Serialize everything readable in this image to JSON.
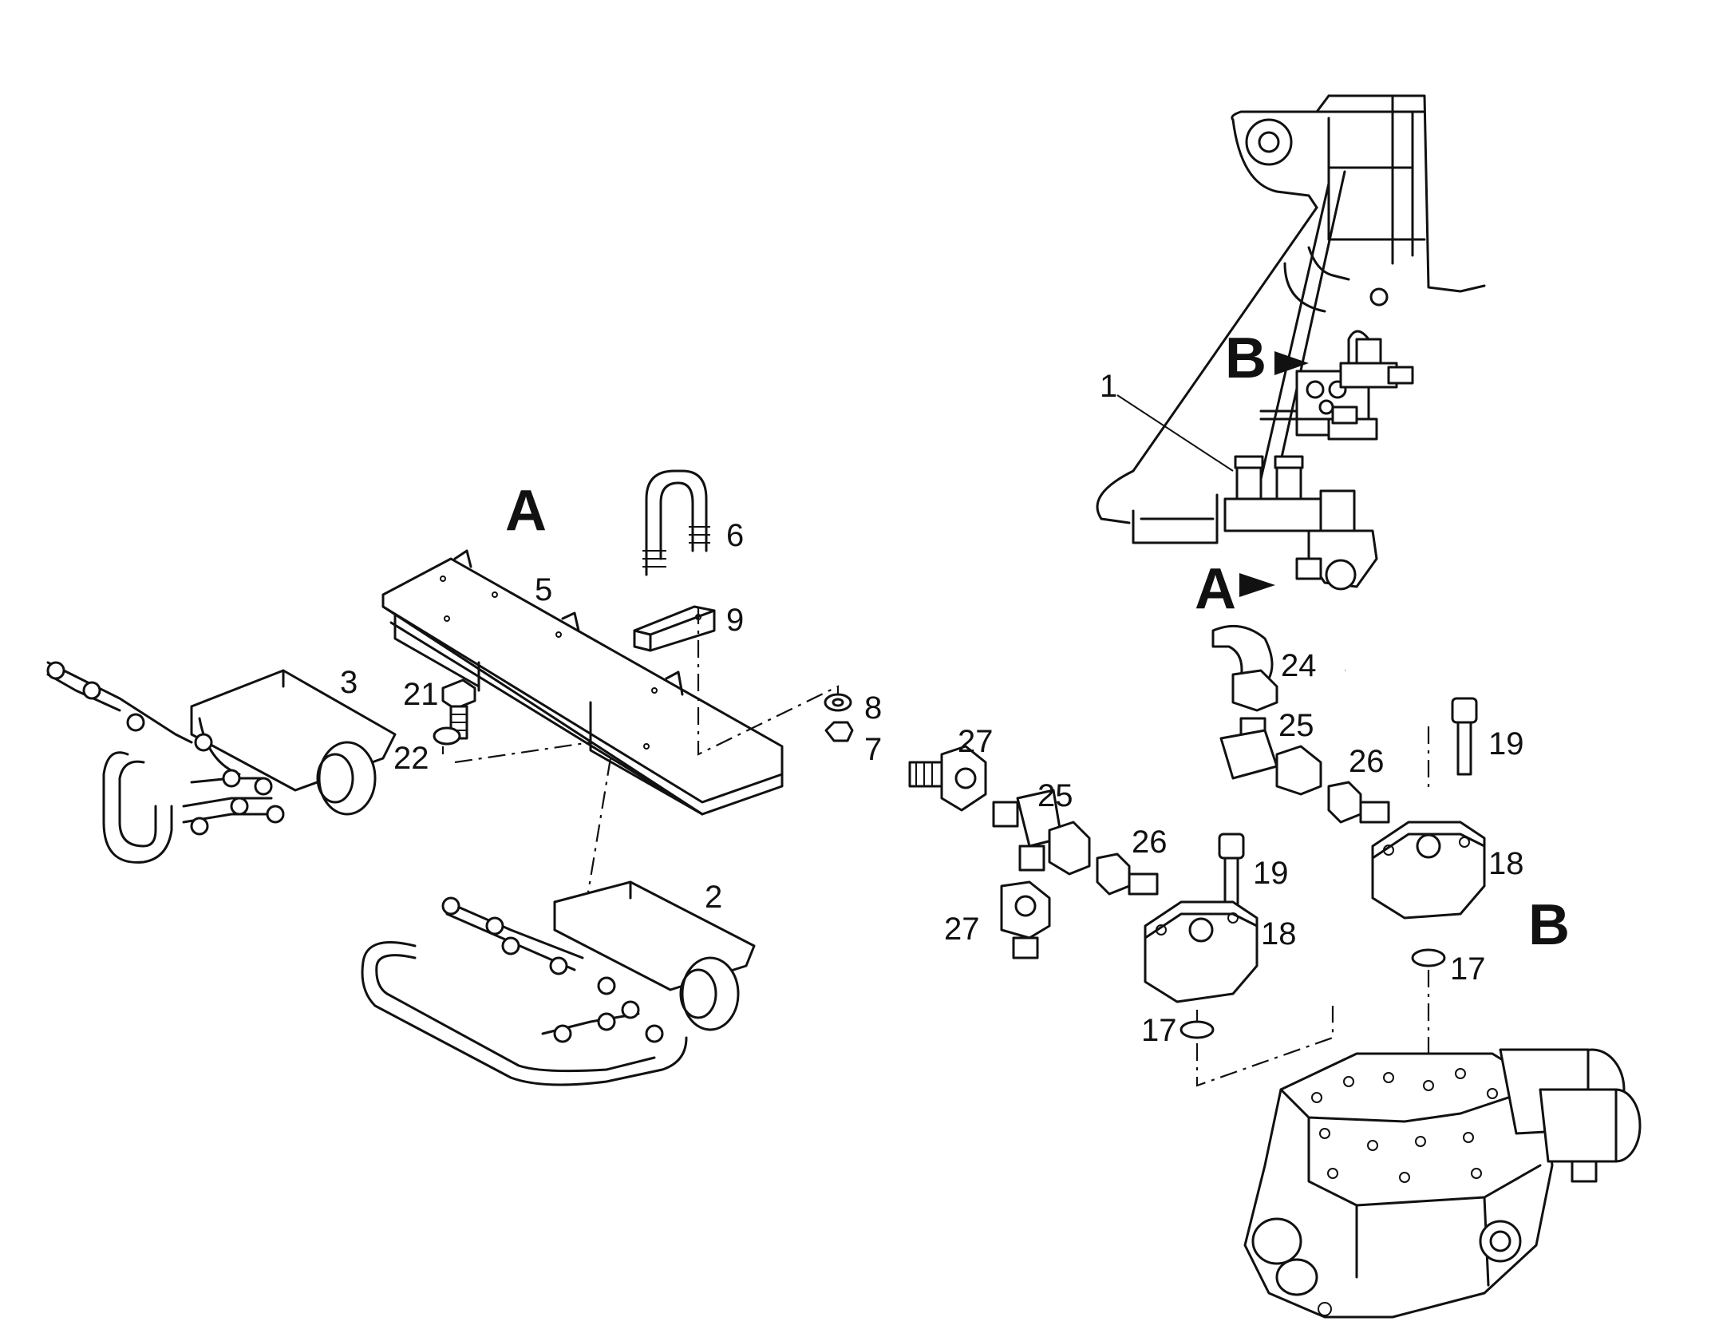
{
  "views": {
    "a": "A",
    "b": "B"
  },
  "callouts": {
    "p1": "1",
    "p2": "2",
    "p3": "3",
    "p5": "5",
    "p6": "6",
    "p7": "7",
    "p8": "8",
    "p9": "9",
    "p17": "17",
    "p18": "18",
    "p19": "19",
    "p21": "21",
    "p22": "22",
    "p24": "24",
    "p25": "25",
    "p26": "26",
    "p27": "27"
  }
}
